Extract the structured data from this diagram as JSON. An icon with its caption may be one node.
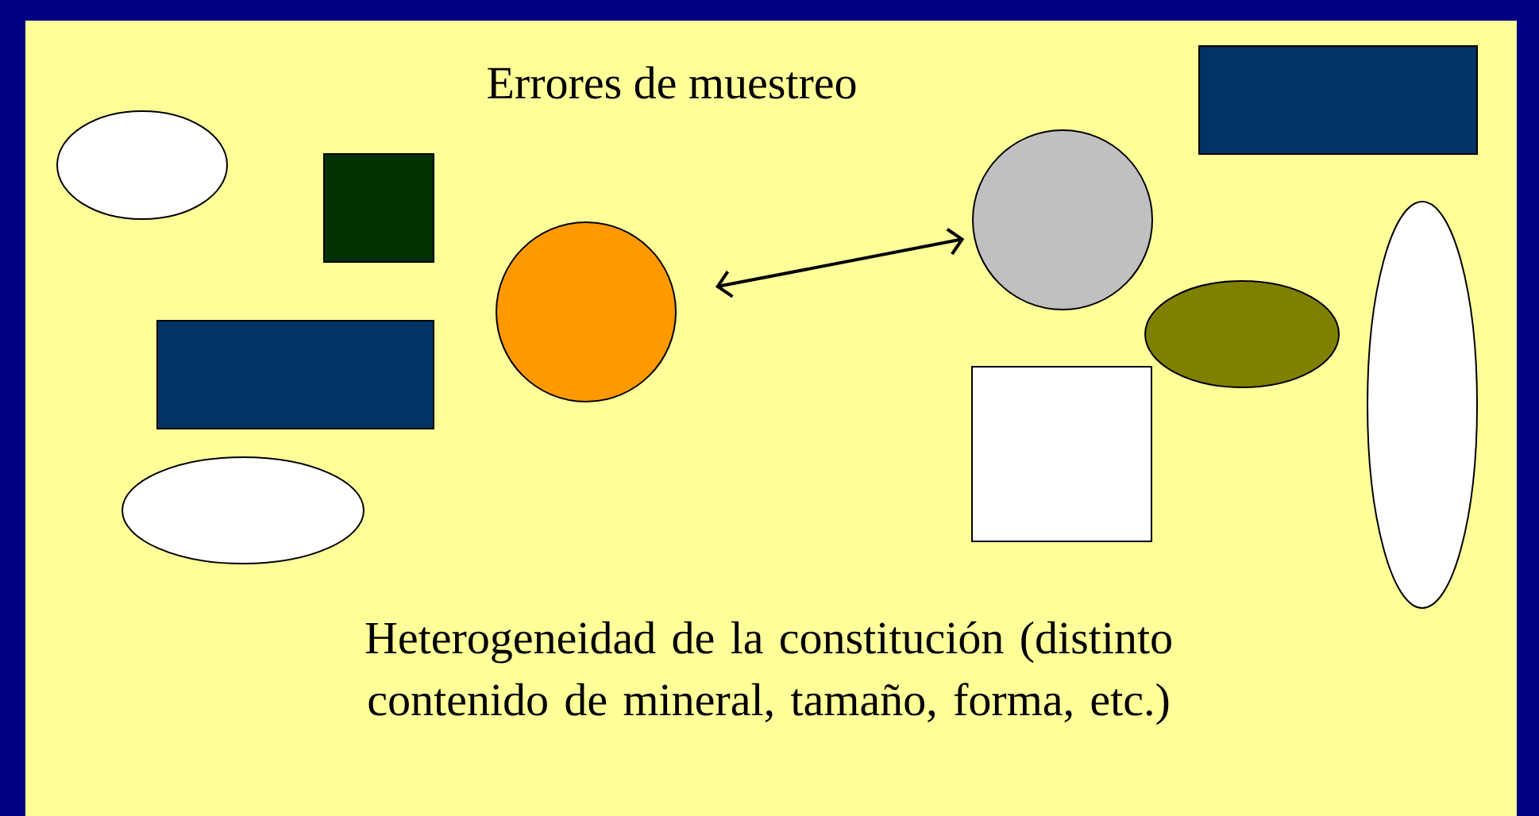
{
  "diagram": {
    "title": "Errores de muestreo",
    "caption": "Heterogeneidad de la constitución (distinto contenido de mineral, tamaño, forma, etc.)",
    "nodes": [
      {
        "text": [],
        "shape": "ellipse"
      },
      {
        "text": [],
        "shape": "box"
      },
      {
        "text": [],
        "shape": "box"
      },
      {
        "text": [],
        "shape": "ellipse"
      },
      {
        "text": [],
        "shape": "circle"
      },
      {
        "text": [],
        "shape": "circle"
      },
      {
        "text": [],
        "shape": "box"
      },
      {
        "text": [],
        "shape": "ellipse"
      },
      {
        "text": [],
        "shape": "box"
      },
      {
        "text": [],
        "shape": "ellipse"
      }
    ],
    "edges": [
      {
        "from": 4,
        "to": 5,
        "arrow": "both"
      }
    ]
  }
}
